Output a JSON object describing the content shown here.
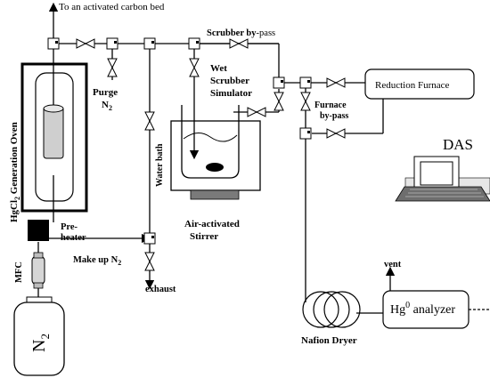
{
  "labels": {
    "carbon_bed": "To an activated carbon bed",
    "scrubber_bypass_bold": "Scrubber by",
    "scrubber_bypass_rest": "-pass",
    "wet1": "Wet",
    "wet2": "Scrubber",
    "wet3": "Simulator",
    "purge": "Purge",
    "purge_n": "N",
    "purge_sub": "2",
    "oven_pre": "HgCl",
    "oven_sub": "2",
    "oven_post": " Generation Oven",
    "water_bath": "Water bath",
    "preheater1": "Pre-",
    "preheater2": "heater",
    "makeup": "Make up N",
    "makeup_sub": "2",
    "air1": "Air-activated",
    "air2": "Stirrer",
    "mfc": "MFC",
    "exhaust": "exhaust",
    "cyl_n": "N",
    "cyl_sub": "2",
    "furnace": "Reduction Furnace",
    "fbypass1": "Furnace",
    "fbypass2": "by-pass",
    "das": "DAS",
    "vent": "vent",
    "analyzer_pre": "Hg",
    "analyzer_sup": "0",
    "analyzer_post": " analyzer",
    "nafion": "Nafion Dryer"
  }
}
